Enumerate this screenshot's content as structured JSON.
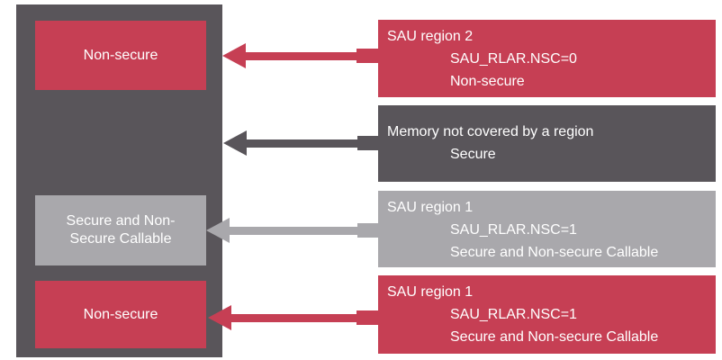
{
  "colors": {
    "red": "#C63F54",
    "dark": "#59555A",
    "gray": "#A9A8AC",
    "text": "#FFFFFF",
    "background": "#FFFFFF"
  },
  "memory_map": {
    "blocks": [
      {
        "tone": "red",
        "label_lines": [
          "Non-secure"
        ]
      },
      {
        "tone": "gray",
        "label_lines": [
          "Secure and Non-",
          "Secure Callable"
        ]
      },
      {
        "tone": "red",
        "label_lines": [
          "Non-secure"
        ]
      }
    ]
  },
  "annotations": [
    {
      "tone": "red",
      "lines": [
        "SAU region 2",
        "SAU_RLAR.NSC=0",
        "Non-secure"
      ]
    },
    {
      "tone": "dark",
      "lines": [
        "Memory not covered by a region",
        "Secure"
      ]
    },
    {
      "tone": "gray",
      "lines": [
        "SAU region 1",
        "SAU_RLAR.NSC=1",
        "Secure and Non-secure Callable"
      ]
    },
    {
      "tone": "red",
      "lines": [
        "SAU region 1",
        "SAU_RLAR.NSC=1",
        "Secure and Non-secure Callable"
      ]
    }
  ]
}
